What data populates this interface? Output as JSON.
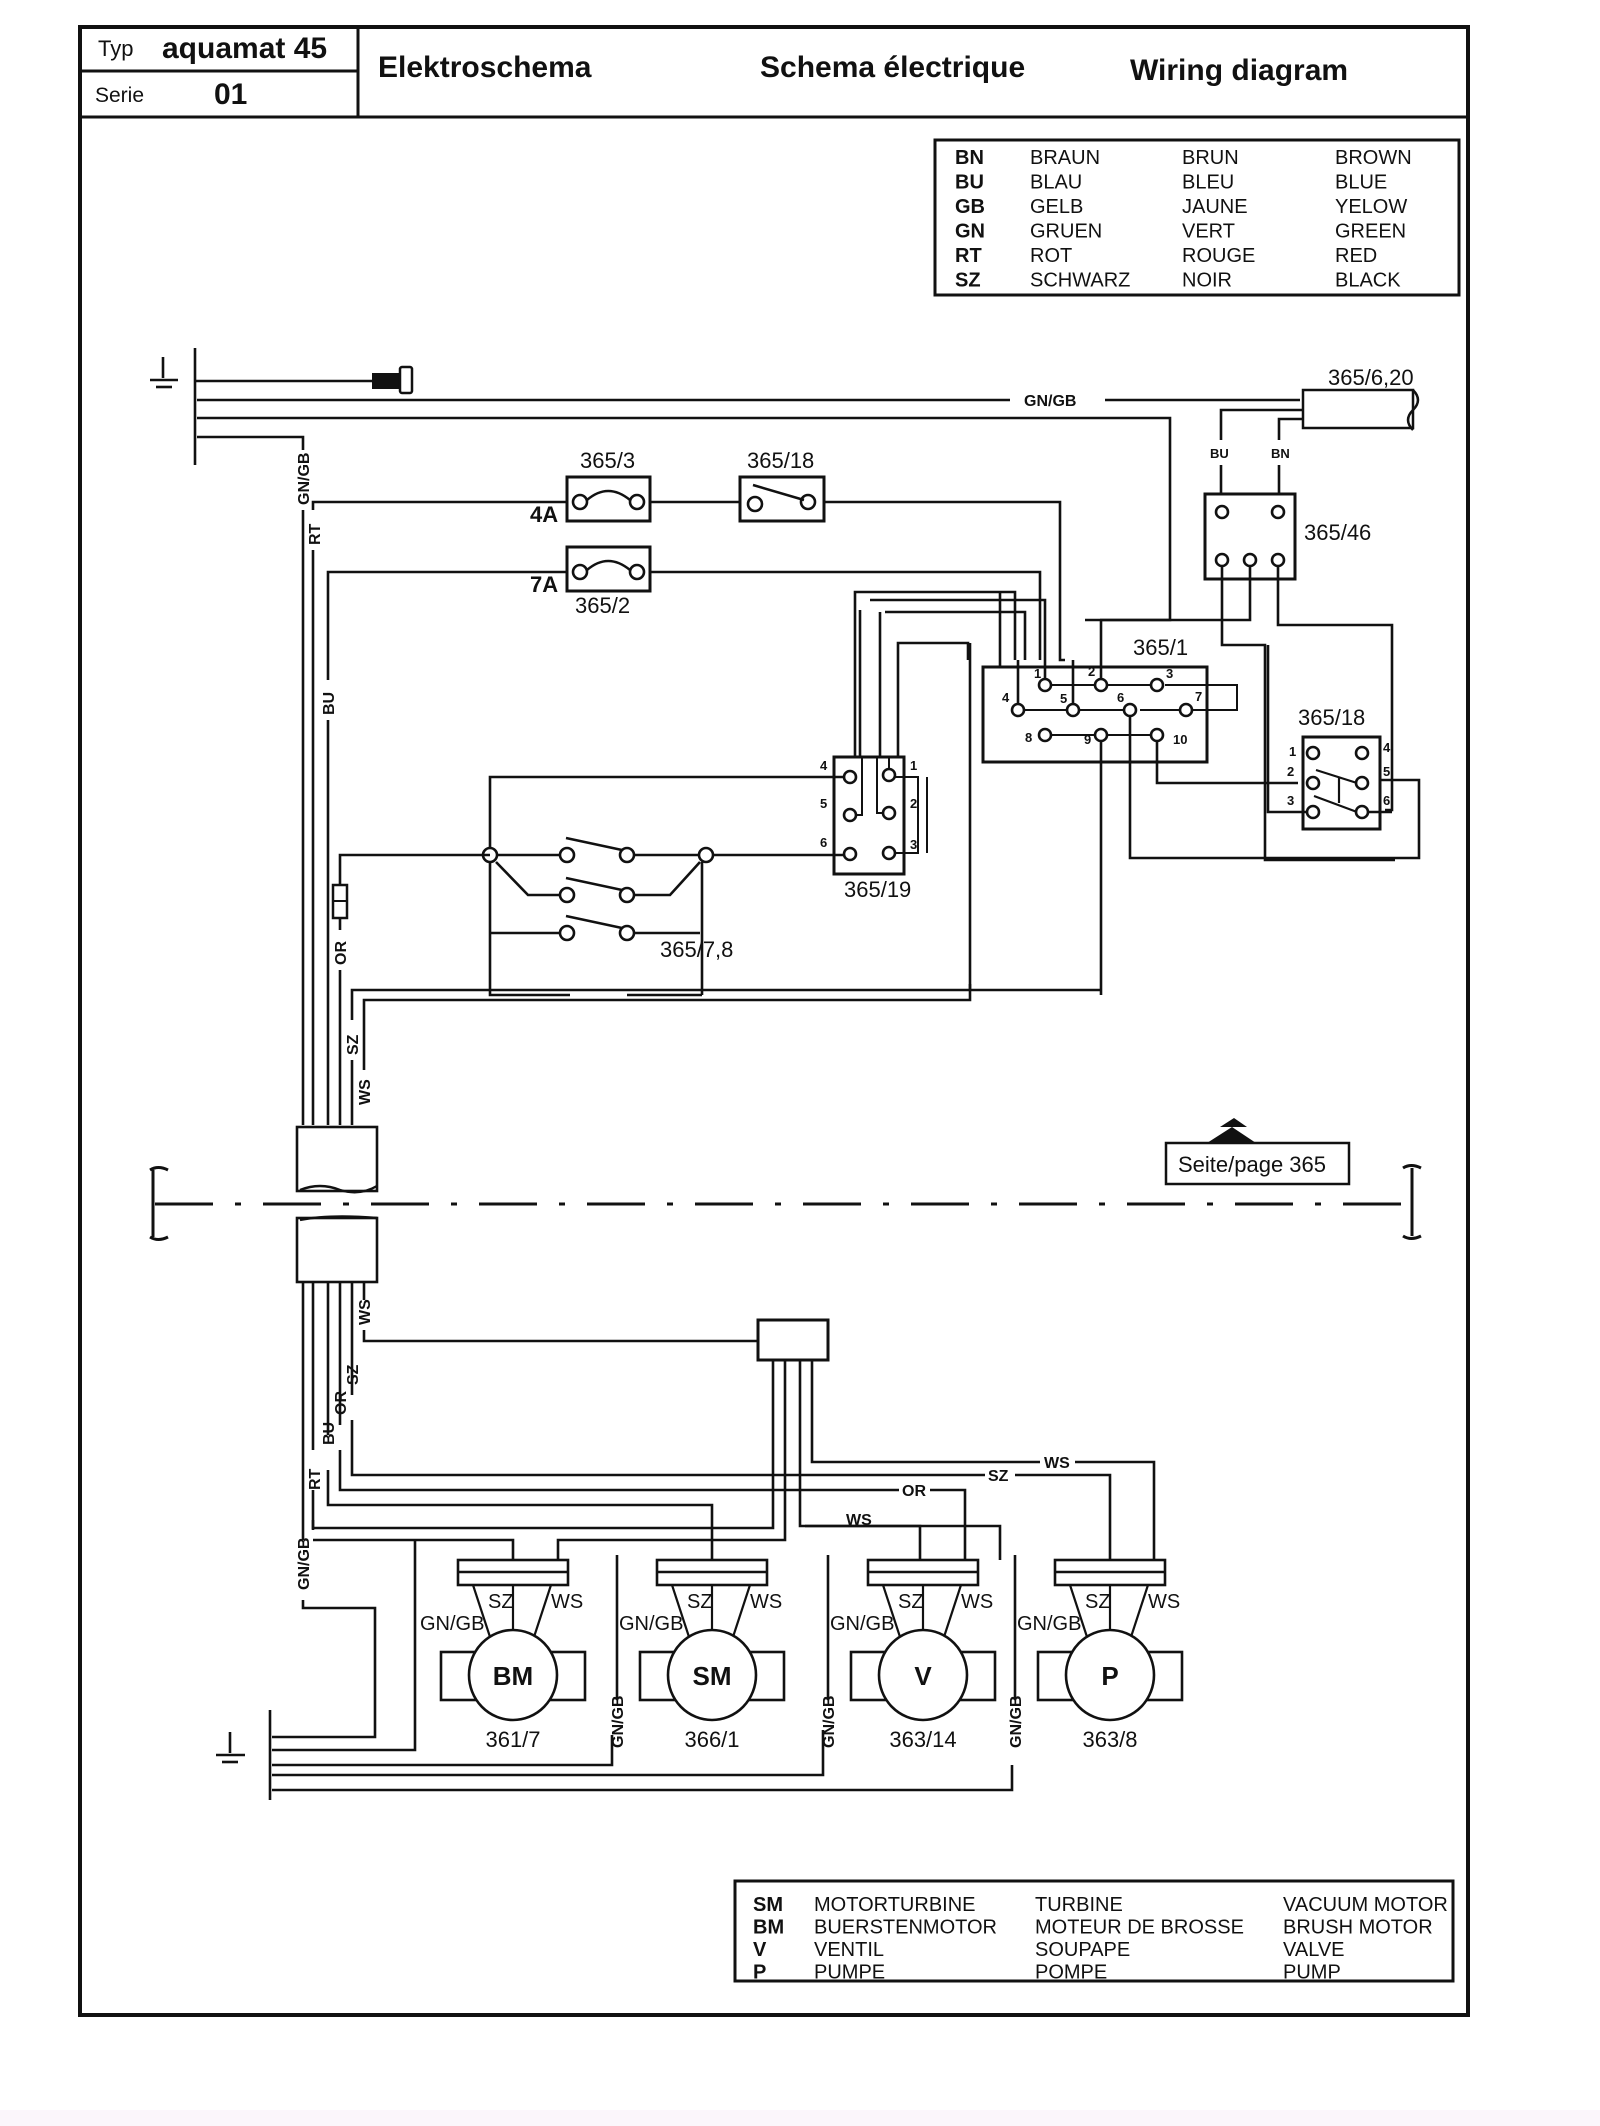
{
  "header": {
    "type_label": "Typ",
    "type_value": "aquamat 45",
    "series_label": "Serie",
    "series_value": "01",
    "title_de": "Elektroschema",
    "title_fr": "Schema électrique",
    "title_en": "Wiring diagram"
  },
  "color_legend": [
    {
      "code": "BN",
      "de": "BRAUN",
      "fr": "BRUN",
      "en": "BROWN"
    },
    {
      "code": "BU",
      "de": "BLAU",
      "fr": "BLEU",
      "en": "BLUE"
    },
    {
      "code": "GB",
      "de": "GELB",
      "fr": "JAUNE",
      "en": "YELOW"
    },
    {
      "code": "GN",
      "de": "GRUEN",
      "fr": "VERT",
      "en": "GREEN"
    },
    {
      "code": "RT",
      "de": "ROT",
      "fr": "ROUGE",
      "en": "RED"
    },
    {
      "code": "SZ",
      "de": "SCHWARZ",
      "fr": "NOIR",
      "en": "BLACK"
    }
  ],
  "component_legend": [
    {
      "code": "SM",
      "de": "MOTORTURBINE",
      "fr": "TURBINE",
      "en": "VACUUM MOTOR"
    },
    {
      "code": "BM",
      "de": "BUERSTENMOTOR",
      "fr": "MOTEUR DE BROSSE",
      "en": "BRUSH MOTOR"
    },
    {
      "code": "V",
      "de": "VENTIL",
      "fr": "SOUPAPE",
      "en": "VALVE"
    },
    {
      "code": "P",
      "de": "PUMPE",
      "fr": "POMPE",
      "en": "PUMP"
    }
  ],
  "components": {
    "fuse_4a": {
      "ref": "365/3",
      "rating": "4A"
    },
    "fuse_7a": {
      "ref": "365/2",
      "rating": "7A"
    },
    "switch_top": {
      "ref": "365/18"
    },
    "cable": {
      "ref": "365/6,20"
    },
    "relay": {
      "ref": "365/46",
      "wire_left": "BU",
      "wire_right": "BN"
    },
    "main_switch": {
      "ref": "365/1",
      "terminals": [
        "1",
        "2",
        "3",
        "4",
        "5",
        "6",
        "7",
        "8",
        "9",
        "10"
      ]
    },
    "switch_right": {
      "ref": "365/18",
      "terminals": [
        "1",
        "2",
        "3",
        "4",
        "5",
        "6"
      ]
    },
    "selector": {
      "ref": "365/19",
      "terminals": [
        "1",
        "2",
        "3",
        "4",
        "5",
        "6"
      ]
    },
    "microswitches": {
      "ref": "365/7,8"
    },
    "page_ref": "Seite/page 365"
  },
  "wire_labels": {
    "gngb": "GN/GB",
    "rt": "RT",
    "bu": "BU",
    "or": "OR",
    "sz": "SZ",
    "ws": "WS"
  },
  "motors": [
    {
      "code": "BM",
      "ref": "361/7",
      "left": "GN/GB",
      "mid": "SZ",
      "right": "WS"
    },
    {
      "code": "SM",
      "ref": "366/1",
      "left": "GN/GB",
      "mid": "SZ",
      "right": "WS"
    },
    {
      "code": "V",
      "ref": "363/14",
      "left": "GN/GB",
      "mid": "SZ",
      "right": "WS"
    },
    {
      "code": "P",
      "ref": "363/8",
      "left": "GN/GB",
      "mid": "SZ",
      "right": "WS"
    }
  ]
}
